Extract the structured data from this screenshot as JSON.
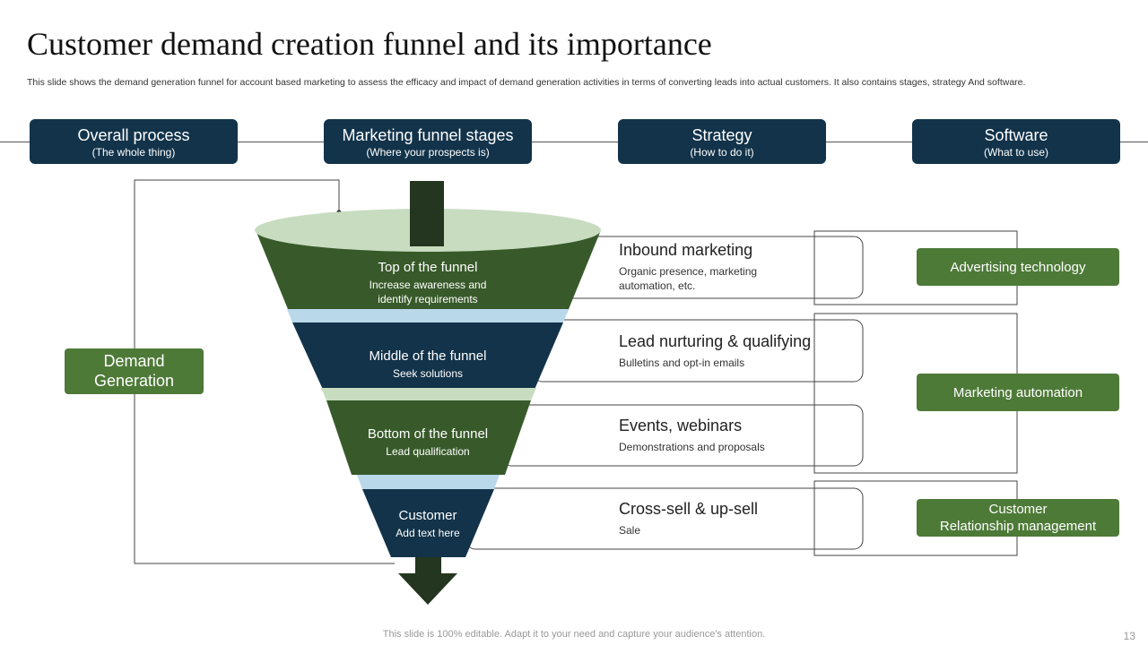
{
  "title": "Customer demand creation funnel and its importance",
  "subtitle": "This slide shows the demand generation funnel for account based marketing to assess the efficacy and impact of demand generation activities in terms of converting leads into actual customers. It also contains stages, strategy And software.",
  "headers": [
    {
      "title": "Overall process",
      "sub": "(The whole thing)"
    },
    {
      "title": "Marketing funnel stages",
      "sub": "(Where your prospects is)"
    },
    {
      "title": "Strategy",
      "sub": "(How to do it)"
    },
    {
      "title": "Software",
      "sub": "(What to use)"
    }
  ],
  "demand": {
    "line1": "Demand",
    "line2": "Generation"
  },
  "stages": [
    {
      "title": "Top of the funnel",
      "desc1": "Increase awareness and",
      "desc2": "identify requirements"
    },
    {
      "title": "Middle of the funnel",
      "desc1": "Seek solutions"
    },
    {
      "title": "Bottom of the funnel",
      "desc1": "Lead qualification"
    },
    {
      "title": "Customer",
      "desc1": "Add text here"
    }
  ],
  "strategies": [
    {
      "title": "Inbound marketing",
      "desc": "Organic presence, marketing automation, etc."
    },
    {
      "title": "Lead nurturing & qualifying",
      "desc": "Bulletins and opt-in emails"
    },
    {
      "title": "Events, webinars",
      "desc": "Demonstrations and proposals"
    },
    {
      "title": "Cross-sell & up-sell",
      "desc": "Sale"
    }
  ],
  "software": [
    {
      "line1": "Advertising technology"
    },
    {
      "line1": "Marketing automation"
    },
    {
      "line1": "Customer",
      "line2": "Relationship management"
    }
  ],
  "footer": "This slide is 100% editable. Adapt it to your need and capture your audience's attention.",
  "page_number": "13",
  "colors": {
    "navy": "#12334a",
    "green": "#4e7a38",
    "dark_green": "#385a2a",
    "light_green": "#c8dcc0",
    "light_blue": "#b9d8ea",
    "arrow": "#2b3d22"
  }
}
